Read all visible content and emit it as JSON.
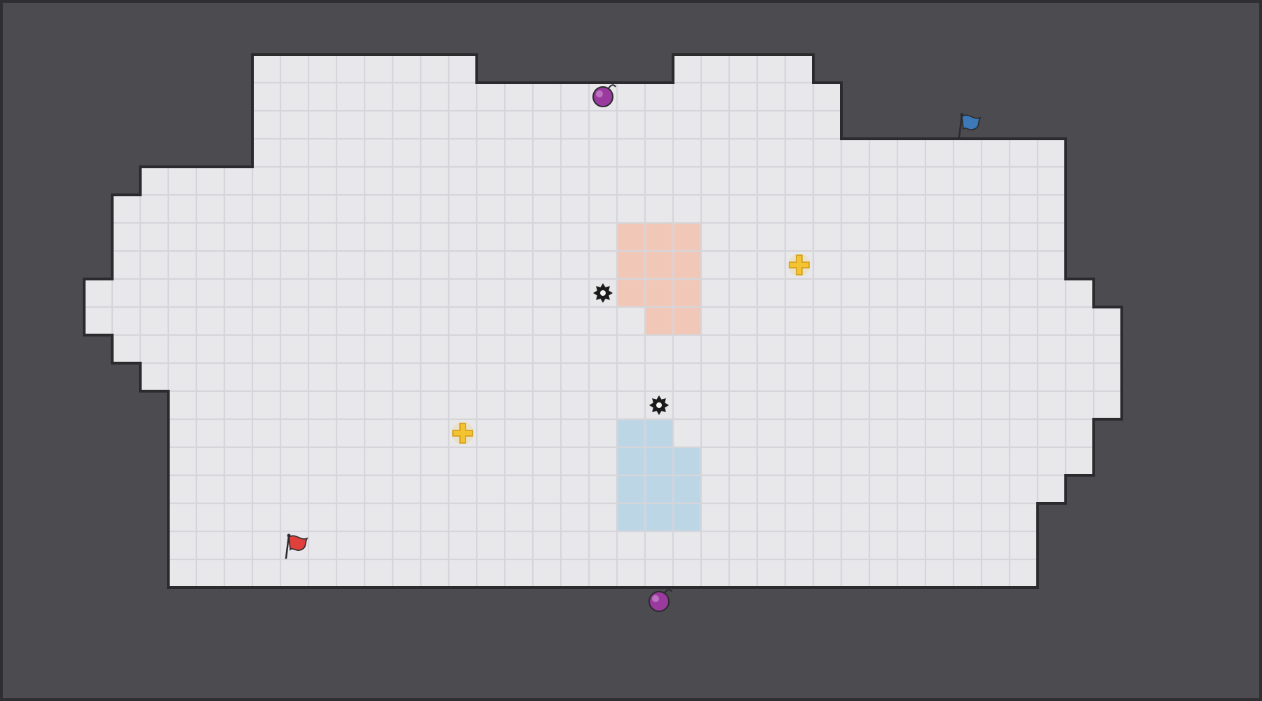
{
  "map": {
    "cols": 39,
    "rows": 21,
    "rowsMask": [
      "0000000000000000000000000000000000000000",
      "0000000011111111000000011111000000000000",
      "0000000011111111111111111111100000000000",
      "0000000011111111111111111111100000000000",
      "0000000011111111111111111111111111111000",
      "0000111111111111111111111111111111111000",
      "0001111111111111111111111111111111111000",
      "0001111111111111111111111111111111111000",
      "0001111111111111111111111111111111111000",
      "0011111111111111111111111111111111111100",
      "0011111111111111111111111111111111111110",
      "0001111111111111111111111111111111111110",
      "0000111111111111111111111111111111111110",
      "0000011111111111111111111111111111111110",
      "0000011111111111111111111111111111111100",
      "0000011111111111111111111111111111111100",
      "0000011111111111111111111111111111111000",
      "0000011111111111111111111111111111110000",
      "0000011111111111111111111111111111110000",
      "0000011111111111111111111111111111110000",
      "0000000000000000000000000000000000000000"
    ],
    "colors": {
      "background": "#4b4b50",
      "frame": "#2f2f33",
      "wall": "#2b2b2e",
      "floor": "#e8e8eb",
      "grid": "#d5d5da",
      "redZone": "#f1c8b8",
      "blueZone": "#bdd6e6"
    }
  },
  "entities": [
    {
      "type": "red-flag",
      "icon": "red-flag-icon",
      "color": "#e0403c",
      "col": 10,
      "row": 19
    },
    {
      "type": "blue-flag",
      "icon": "blue-flag-icon",
      "color": "#3d79b8",
      "col": 34,
      "row": 4
    },
    {
      "type": "bomb",
      "icon": "bomb-icon",
      "color": "#9a3a9f",
      "col": 21,
      "row": 3
    },
    {
      "type": "bomb",
      "icon": "bomb-icon",
      "color": "#9a3a9f",
      "col": 23,
      "row": 21
    },
    {
      "type": "powerup",
      "icon": "plus-powerup-icon",
      "color": "#f3c332",
      "col": 16,
      "row": 15
    },
    {
      "type": "powerup",
      "icon": "plus-powerup-icon",
      "color": "#f3c332",
      "col": 28,
      "row": 9
    },
    {
      "type": "spike",
      "icon": "spike-icon",
      "color": "#1b1b1b",
      "col": 21,
      "row": 10
    },
    {
      "type": "spike",
      "icon": "spike-icon",
      "color": "#1b1b1b",
      "col": 23,
      "row": 14
    }
  ],
  "zones": [
    {
      "type": "red-zone",
      "cols": [
        21,
        23
      ],
      "rows": [
        7,
        10
      ],
      "notches": [
        [
          21,
          10
        ]
      ]
    },
    {
      "type": "blue-zone",
      "cols": [
        21,
        23
      ],
      "rows": [
        14,
        17
      ],
      "notches": [
        [
          23,
          14
        ]
      ]
    }
  ]
}
